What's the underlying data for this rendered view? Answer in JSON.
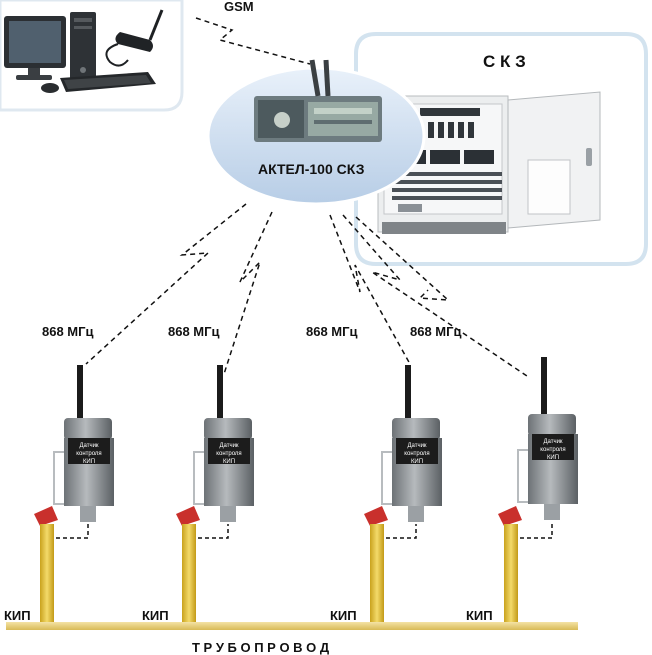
{
  "labels": {
    "gsm": "GSM",
    "skz": "С К З",
    "device": "АКТЕЛ-100 СКЗ",
    "pipeline": "Т Р У Б О П Р О В О Д"
  },
  "nodes": [
    {
      "freq": "868 МГц",
      "sensor_text": [
        "Датчик",
        "контроля",
        "КИП"
      ],
      "kip": "КИП"
    },
    {
      "freq": "868 МГц",
      "sensor_text": [
        "Датчик",
        "контроля",
        "КИП"
      ],
      "kip": "КИП"
    },
    {
      "freq": "868 МГц",
      "sensor_text": [
        "Датчик",
        "контроля",
        "КИП"
      ],
      "kip": "КИП"
    },
    {
      "freq": "868 МГц",
      "sensor_text": [
        "Датчик",
        "контроля",
        "КИП"
      ],
      "kip": "КИП"
    }
  ],
  "colors": {
    "pipe": "#e8cf7a",
    "post": "#e6c23a",
    "post_cap": "#c9302c",
    "sensor_body": "#8f9498",
    "sensor_label": "#1c1c1c",
    "bubble": "#cfe0f2",
    "cabinet": "#eceeef"
  }
}
